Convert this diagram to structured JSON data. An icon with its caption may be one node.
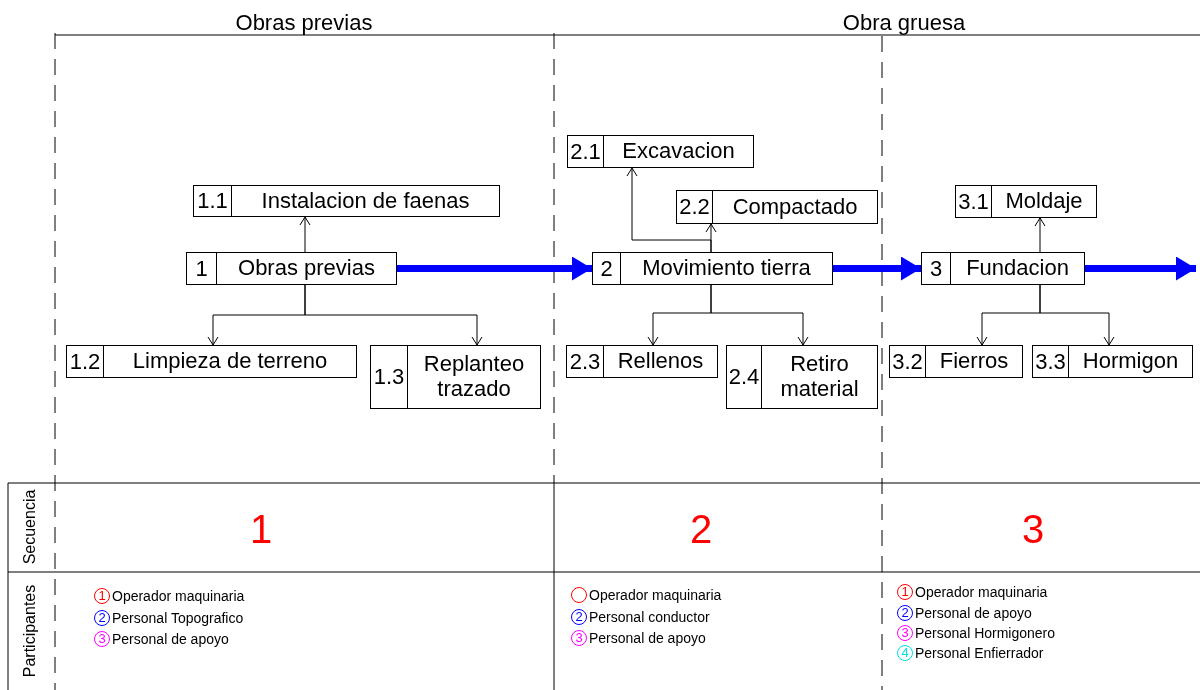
{
  "diagram": {
    "nodes": [
      {
        "text": [
          "1.1",
          "Instalacion de faenas"
        ]
      },
      {
        "text": [
          "1",
          "Obras previas"
        ]
      },
      {
        "text": [
          "1.2",
          "Limpieza de terreno"
        ]
      },
      {
        "text": [
          "1.3",
          "Replanteo trazado"
        ]
      },
      {
        "text": [
          "2.1",
          "Excavacion"
        ]
      },
      {
        "text": [
          "2.2",
          "Compactado"
        ]
      },
      {
        "text": [
          "2",
          "Movimiento tierra"
        ]
      },
      {
        "text": [
          "2.3",
          "Rellenos"
        ]
      },
      {
        "text": [
          "2.4",
          "Retiro material"
        ]
      },
      {
        "text": [
          "3.1",
          "Moldaje"
        ]
      },
      {
        "text": [
          "3",
          "Fundacion"
        ]
      },
      {
        "text": [
          "3.2",
          "Fierros"
        ]
      },
      {
        "text": [
          "3.3",
          "Hormigon"
        ]
      }
    ],
    "edges": [
      {
        "from": 1,
        "to": 0,
        "arrow": "to"
      },
      {
        "from": 1,
        "to": 2,
        "arrow": "to"
      },
      {
        "from": 1,
        "to": 3,
        "arrow": "to"
      },
      {
        "from": 1,
        "to": 6,
        "arrow": "to",
        "style": "thick",
        "color": "#0000ff"
      },
      {
        "from": 6,
        "to": 4,
        "arrow": "to"
      },
      {
        "from": 6,
        "to": 5,
        "arrow": "to"
      },
      {
        "from": 6,
        "to": 7,
        "arrow": "to"
      },
      {
        "from": 6,
        "to": 8,
        "arrow": "to"
      },
      {
        "from": 6,
        "to": 10,
        "arrow": "to",
        "style": "thick",
        "color": "#0000ff"
      },
      {
        "from": 10,
        "to": 9,
        "arrow": "to"
      },
      {
        "from": 10,
        "to": 11,
        "arrow": "to"
      },
      {
        "from": 10,
        "to": 12,
        "arrow": "to"
      },
      {
        "from": 10,
        "to": null,
        "arrow": "to",
        "style": "thick",
        "color": "#0000ff"
      }
    ],
    "labels": [
      "Obras previas",
      "Obra gruesa",
      "Secuencia",
      "Participantes",
      "1",
      "2",
      "3",
      "1",
      "Operador maquinaria",
      "2",
      "Personal Topografico",
      "3",
      "Personal de apoyo",
      "Operador maquinaria",
      "2",
      "Personal conductor",
      "3",
      "Personal de apoyo",
      "1",
      "Operador maquinaria",
      "2",
      "Personal de apoyo",
      "3",
      "Personal Hormigonero",
      "4",
      "Personal Enfierrador"
    ]
  }
}
